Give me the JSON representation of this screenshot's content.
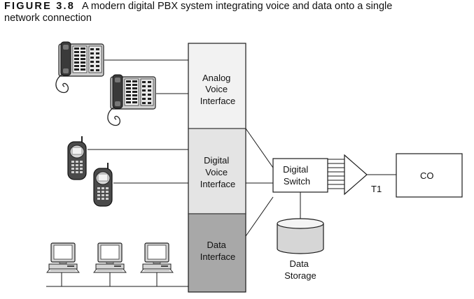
{
  "caption": {
    "figure_label": "FIGURE 3.8",
    "line1": "A modern digital PBX system integrating voice and data onto a single",
    "line2": "network connection"
  },
  "pbx": {
    "analog": [
      "Analog",
      "Voice",
      "Interface"
    ],
    "digital": [
      "Digital",
      "Voice",
      "Interface"
    ],
    "data": [
      "Data",
      "Interface"
    ]
  },
  "switch": [
    "Digital",
    "Switch"
  ],
  "trunk_label": "T1",
  "co_label": "CO",
  "storage": [
    "Data",
    "Storage"
  ],
  "icons": [
    "desk-phone-icon",
    "cell-phone-icon",
    "computer-icon",
    "database-icon",
    "multiplexer-icon"
  ],
  "colors": {
    "analog_fill": "#f2f2f2",
    "digital_fill": "#e4e4e4",
    "data_fill": "#a8a8a8",
    "stroke": "#1a1a1a"
  }
}
